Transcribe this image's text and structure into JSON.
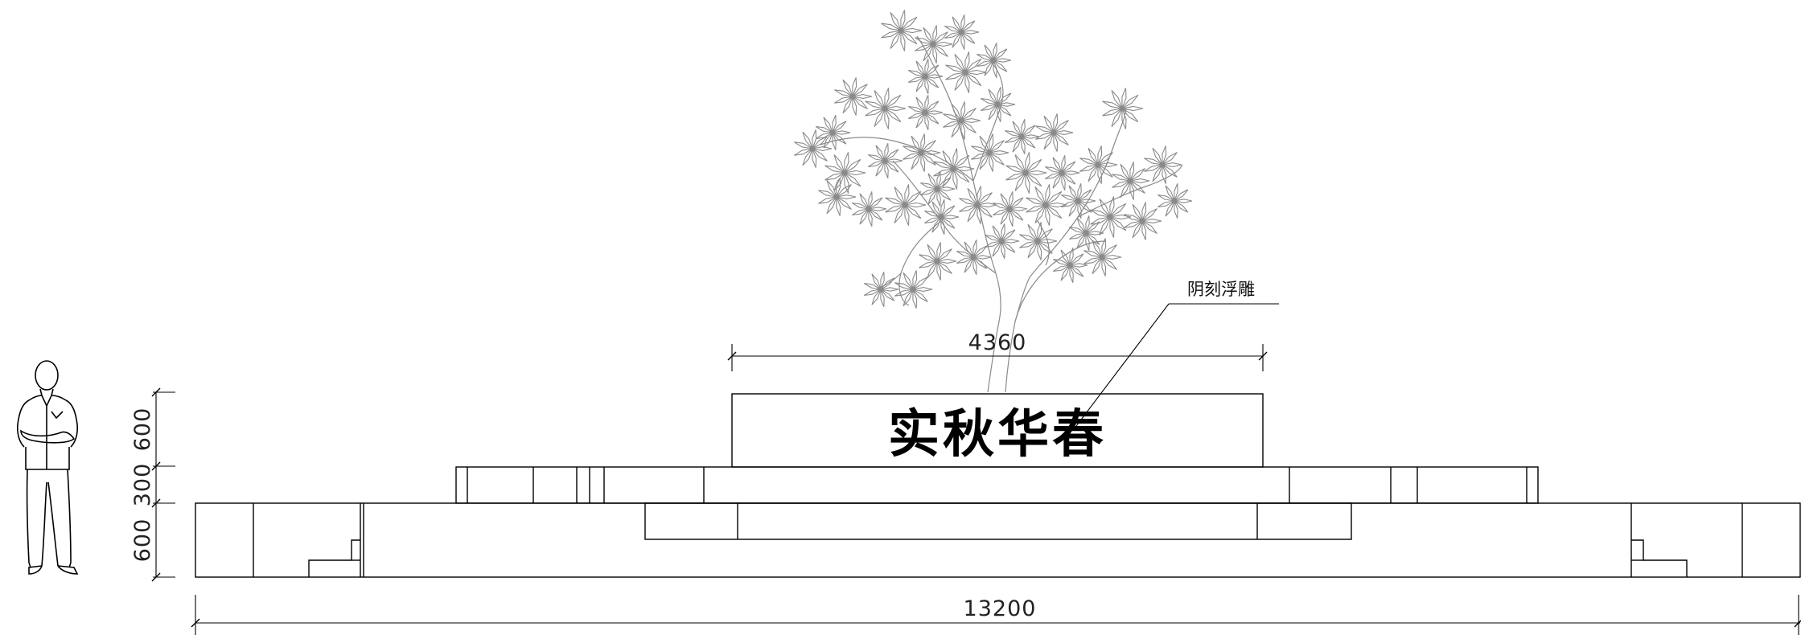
{
  "drawing": {
    "carving_text": "实秋华春",
    "callout_note": "阴刻浮雕",
    "dim_top_width": "4360",
    "dim_total_width": "13200",
    "dim_height_upper": "600",
    "dim_height_middle": "300",
    "dim_height_lower": "600"
  },
  "colors": {
    "line": "#000000",
    "tree": "#8a8a8a",
    "background": "#ffffff"
  },
  "icons": {
    "scale_figure": "standing-person-icon",
    "tree": "tree-icon"
  }
}
